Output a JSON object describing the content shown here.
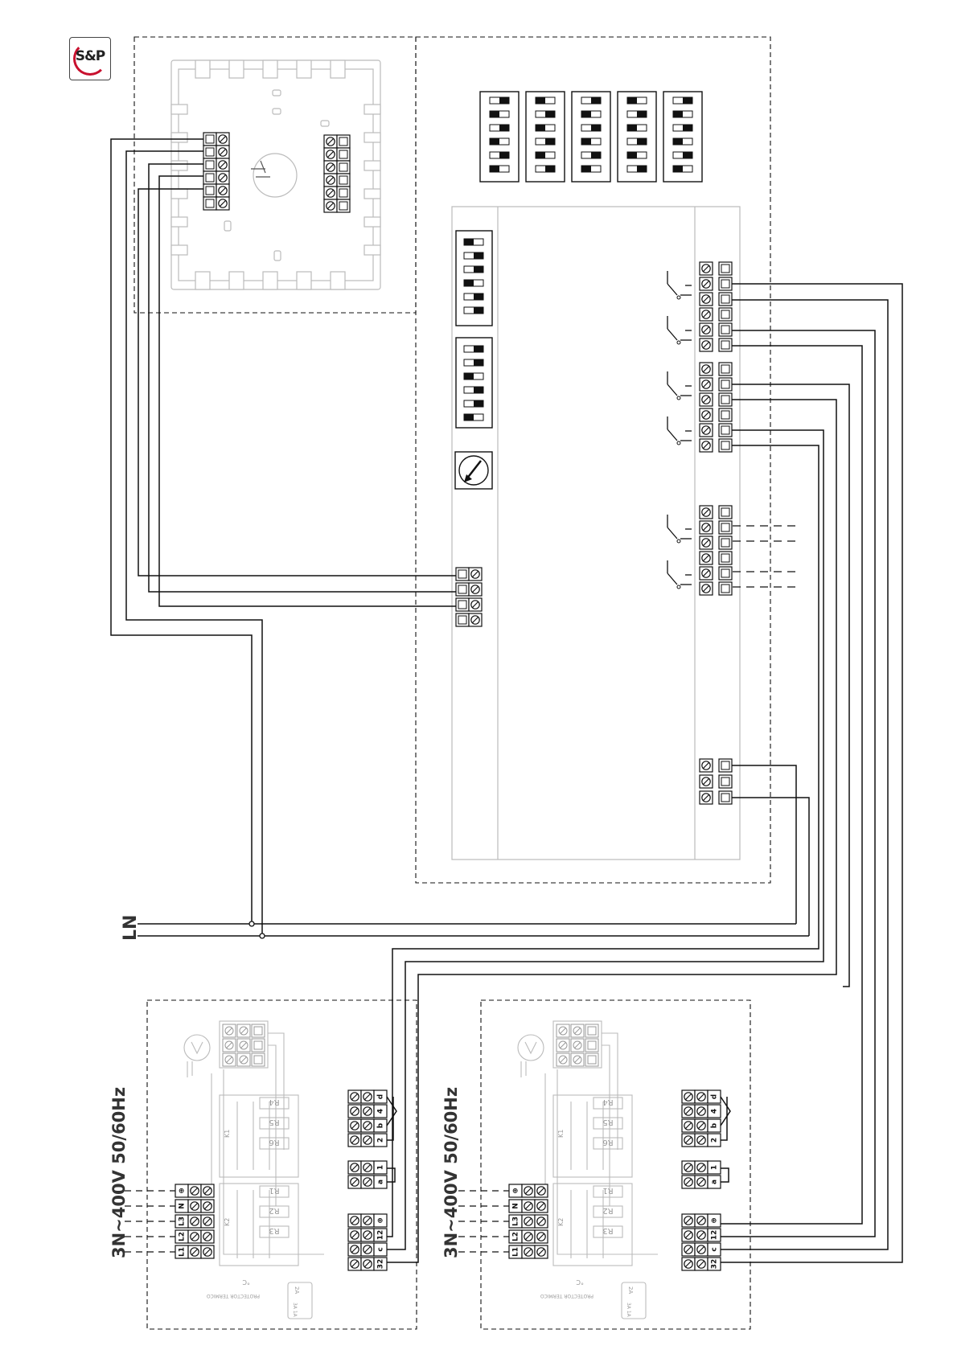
{
  "logo": {
    "text": "S&P",
    "accent_color": "#c8102e"
  },
  "mains_label": "LN",
  "supply_label": "3N~400V 50/60Hz",
  "heater_terminals": {
    "power": [
      "L1",
      "L2",
      "L3",
      "N",
      "⊕"
    ],
    "control": [
      "32",
      "c",
      "12",
      "⊕",
      "a",
      "1",
      "2",
      "b",
      "4",
      "d"
    ]
  },
  "resistors": [
    "R1",
    "R2",
    "R3",
    "R4",
    "R5",
    "R6"
  ],
  "fuse_labels": [
    "3A",
    "2A",
    "1A"
  ],
  "thermal_protector": [
    "PROTECTOR",
    "TERMICO",
    "°C"
  ],
  "contactor_labels": [
    "K1",
    "K2"
  ],
  "colors": {
    "wire": "#111111",
    "faded": "#b8b8b8",
    "logo_accent": "#c8102e"
  }
}
